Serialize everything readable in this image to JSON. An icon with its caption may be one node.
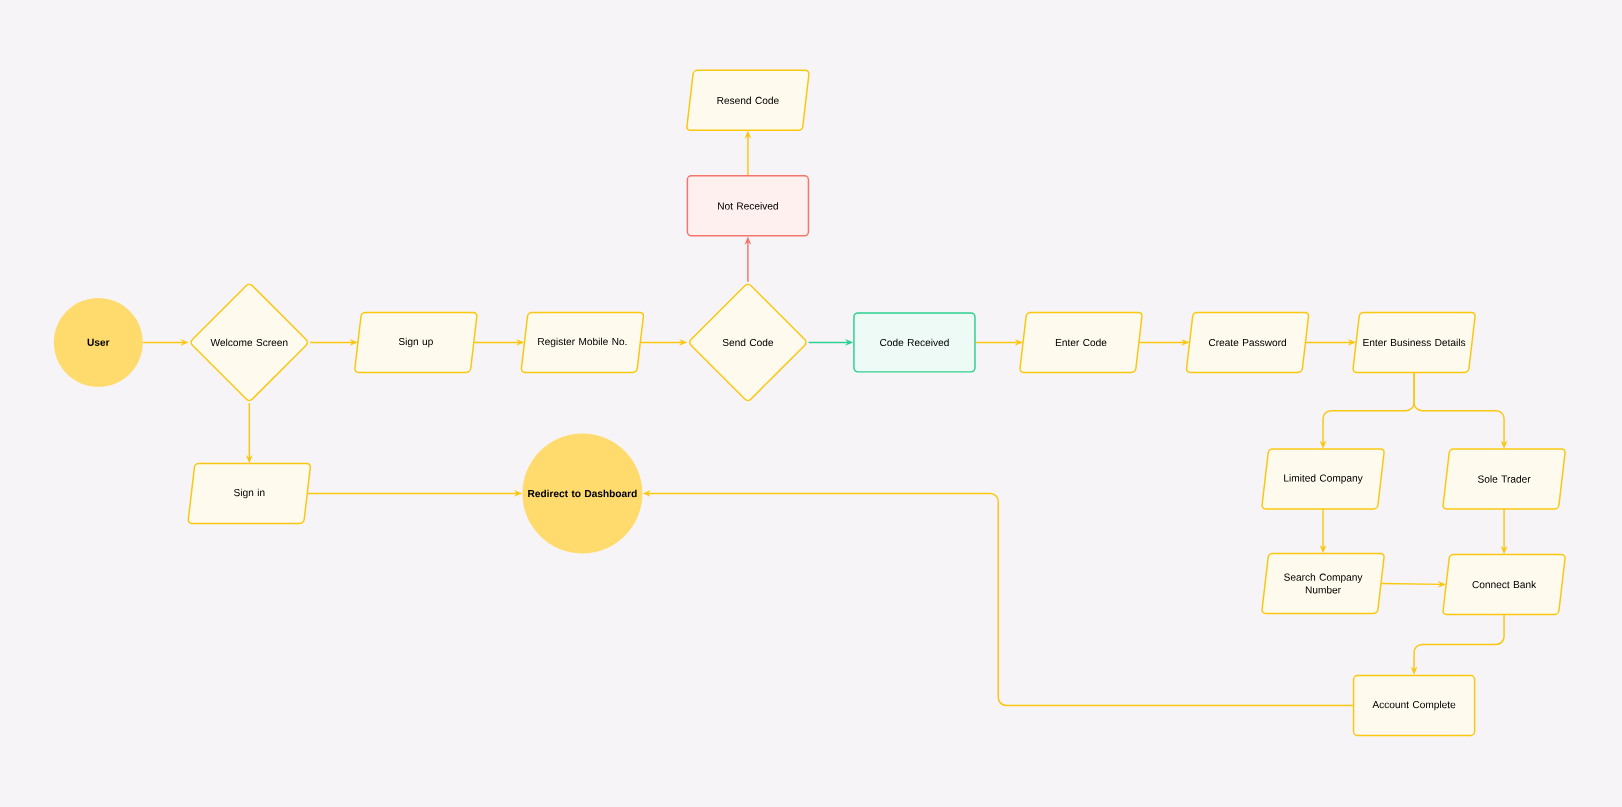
{
  "diagram": {
    "nodes": [
      {
        "text": [
          "User"
        ]
      },
      {
        "text": [
          "Welcome Screen"
        ]
      },
      {
        "text": [
          "Sign up"
        ]
      },
      {
        "text": [
          "Register Mobile No."
        ]
      },
      {
        "text": [
          "Send Code"
        ]
      },
      {
        "text": [
          "Code Received"
        ]
      },
      {
        "text": [
          "Enter Code"
        ]
      },
      {
        "text": [
          "Create Password"
        ]
      },
      {
        "text": [
          "Enter Business Details"
        ]
      },
      {
        "text": [
          "Not Received"
        ]
      },
      {
        "text": [
          "Resend Code"
        ]
      },
      {
        "text": [
          "Sign in"
        ]
      },
      {
        "text": [
          "Redirect to Dashboard"
        ]
      },
      {
        "text": [
          "Limited Company"
        ]
      },
      {
        "text": [
          "Sole Trader"
        ]
      },
      {
        "text": [
          "Search Company Number"
        ]
      },
      {
        "text": [
          "Connect Bank"
        ]
      },
      {
        "text": [
          "Account Complete"
        ]
      }
    ],
    "edges": [
      {
        "from": 0,
        "to": 1,
        "arrow": "to"
      },
      {
        "from": 1,
        "to": 2,
        "arrow": "to"
      },
      {
        "from": 2,
        "to": 3,
        "arrow": "to"
      },
      {
        "from": 3,
        "to": 4,
        "arrow": "to"
      },
      {
        "from": 4,
        "to": 5,
        "arrow": "to",
        "color": "#2ecf8f"
      },
      {
        "from": 5,
        "to": 6,
        "arrow": "to"
      },
      {
        "from": 6,
        "to": 7,
        "arrow": "to"
      },
      {
        "from": 7,
        "to": 8,
        "arrow": "to"
      },
      {
        "from": 4,
        "to": 9,
        "arrow": "to",
        "color": "#f2766b"
      },
      {
        "from": 9,
        "to": 10,
        "arrow": "to"
      },
      {
        "from": 1,
        "to": 11,
        "arrow": "to"
      },
      {
        "from": 11,
        "to": 12,
        "arrow": "to"
      },
      {
        "from": 8,
        "to": 13,
        "arrow": "to"
      },
      {
        "from": 8,
        "to": 14,
        "arrow": "to"
      },
      {
        "from": 13,
        "to": 15,
        "arrow": "to"
      },
      {
        "from": 14,
        "to": 16,
        "arrow": "to"
      },
      {
        "from": 15,
        "to": 16,
        "arrow": "to"
      },
      {
        "from": 16,
        "to": 17,
        "arrow": "to"
      },
      {
        "from": 17,
        "to": 12,
        "arrow": "to"
      }
    ]
  }
}
